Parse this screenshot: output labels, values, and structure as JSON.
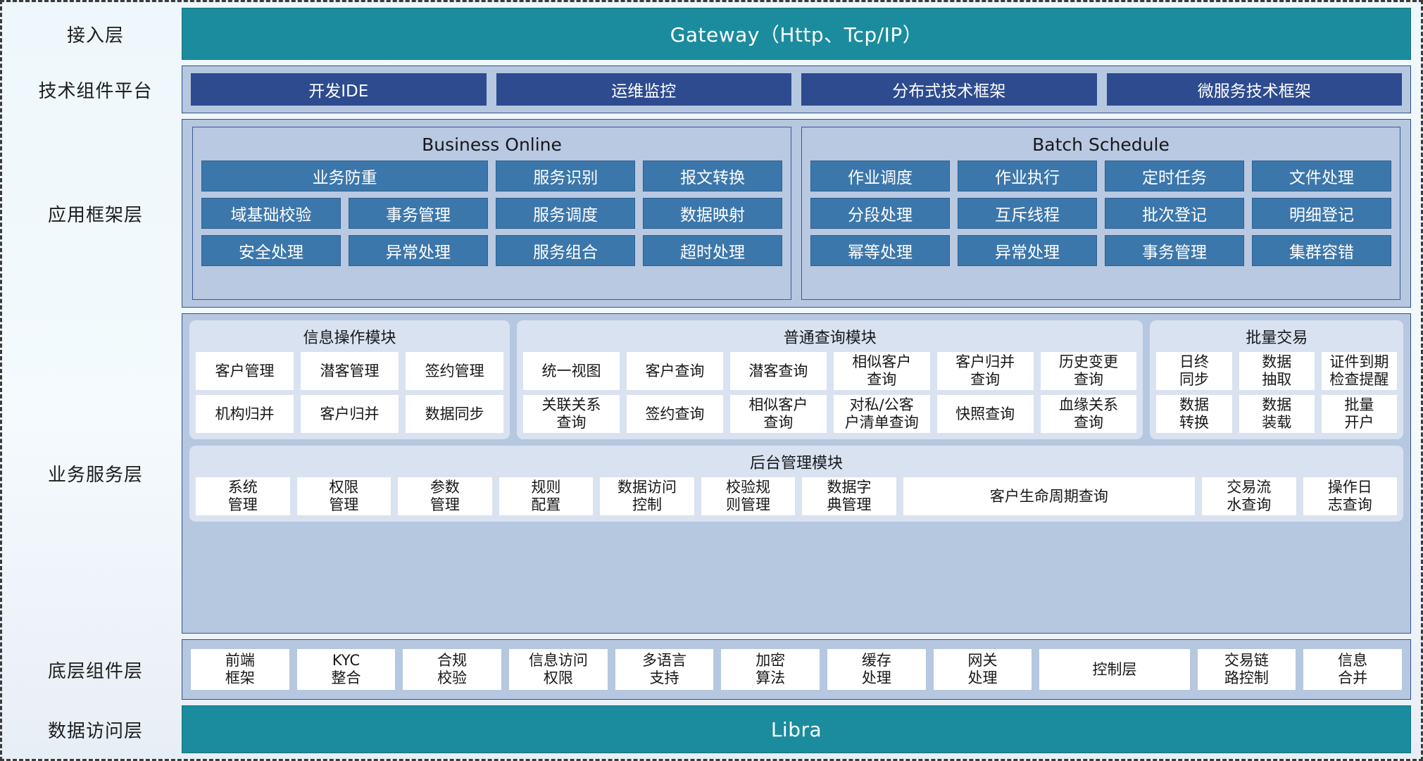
{
  "layers": {
    "access": {
      "label": "接入层",
      "bar": "Gateway（Http、Tcp/IP）"
    },
    "tech_platform": {
      "label": "技术组件平台",
      "chips": [
        "开发IDE",
        "运维监控",
        "分布式技术框架",
        "微服务技术框架"
      ]
    },
    "app_framework": {
      "label": "应用框架层",
      "groups": [
        {
          "title": "Business Online",
          "rows": [
            [
              {
                "text": "业务防重",
                "span": 2
              },
              {
                "text": "服务识别",
                "span": 1
              },
              {
                "text": "报文转换",
                "span": 1
              }
            ],
            [
              {
                "text": "域基础校验",
                "span": 1
              },
              {
                "text": "事务管理",
                "span": 1
              },
              {
                "text": "服务调度",
                "span": 1
              },
              {
                "text": "数据映射",
                "span": 1
              }
            ],
            [
              {
                "text": "安全处理",
                "span": 1
              },
              {
                "text": "异常处理",
                "span": 1
              },
              {
                "text": "服务组合",
                "span": 1
              },
              {
                "text": "超时处理",
                "span": 1
              }
            ]
          ]
        },
        {
          "title": "Batch Schedule",
          "rows": [
            [
              {
                "text": "作业调度",
                "span": 1
              },
              {
                "text": "作业执行",
                "span": 1
              },
              {
                "text": "定时任务",
                "span": 1
              },
              {
                "text": "文件处理",
                "span": 1
              }
            ],
            [
              {
                "text": "分段处理",
                "span": 1
              },
              {
                "text": "互斥线程",
                "span": 1
              },
              {
                "text": "批次登记",
                "span": 1
              },
              {
                "text": "明细登记",
                "span": 1
              }
            ],
            [
              {
                "text": "幂等处理",
                "span": 1
              },
              {
                "text": "异常处理",
                "span": 1
              },
              {
                "text": "事务管理",
                "span": 1
              },
              {
                "text": "集群容错",
                "span": 1
              }
            ]
          ]
        }
      ]
    },
    "business_service": {
      "label": "业务服务层",
      "top_modules": [
        {
          "title": "信息操作模块",
          "flex": 3.02,
          "rows": [
            [
              "客户管理",
              "潜客管理",
              "签约管理"
            ],
            [
              "机构归并",
              "客户归并",
              "数据同步"
            ]
          ]
        },
        {
          "title": "普通查询模块",
          "flex": 6.02,
          "rows": [
            [
              "统一视图",
              "客户查询",
              "潜客查询",
              "相似客户\n查询",
              "客户归并\n查询",
              "历史变更\n查询"
            ],
            [
              "关联关系\n查询",
              "签约查询",
              "相似客户\n查询",
              "对私/公客\n户清单查询",
              "快照查询",
              "血缘关系\n查询"
            ]
          ]
        },
        {
          "title": "批量交易",
          "flex": 2.36,
          "rows": [
            [
              "日终\n同步",
              "数据\n抽取",
              "证件到期\n检查提醒"
            ],
            [
              "数据\n转换",
              "数据\n装载",
              "批量\n开户"
            ]
          ]
        }
      ],
      "bottom_module": {
        "title": "后台管理模块",
        "cells": [
          {
            "text": "系统\n管理",
            "wide": false
          },
          {
            "text": "权限\n管理",
            "wide": false
          },
          {
            "text": "参数\n管理",
            "wide": false
          },
          {
            "text": "规则\n配置",
            "wide": false
          },
          {
            "text": "数据访问\n控制",
            "wide": false
          },
          {
            "text": "校验规\n则管理",
            "wide": false
          },
          {
            "text": "数据字\n典管理",
            "wide": false
          },
          {
            "text": "客户生命周期查询",
            "wide": true
          },
          {
            "text": "交易流\n水查询",
            "wide": false
          },
          {
            "text": "操作日\n志查询",
            "wide": false
          }
        ]
      }
    },
    "component": {
      "label": "底层组件层",
      "cells": [
        {
          "text": "前端\n框架",
          "wide": false
        },
        {
          "text": "KYC\n整合",
          "wide": false
        },
        {
          "text": "合规\n校验",
          "wide": false
        },
        {
          "text": "信息访问\n权限",
          "wide": false
        },
        {
          "text": "多语言\n支持",
          "wide": false
        },
        {
          "text": "加密\n算法",
          "wide": false
        },
        {
          "text": "缓存\n处理",
          "wide": false
        },
        {
          "text": "网关\n处理",
          "wide": false
        },
        {
          "text": "控制层",
          "wide": true
        },
        {
          "text": "交易链\n路控制",
          "wide": false
        },
        {
          "text": "信息\n合并",
          "wide": false
        }
      ]
    },
    "data_access": {
      "label": "数据访问层",
      "bar": "Libra"
    }
  },
  "colors": {
    "teal": "#1b8c9e",
    "dark_blue_chip": "#2d4b8e",
    "mid_blue_cell": "#3c77ab",
    "panel_blue": "#b6c7e0",
    "module_bg": "#d9e2f1",
    "white_cell": "#ffffff"
  }
}
